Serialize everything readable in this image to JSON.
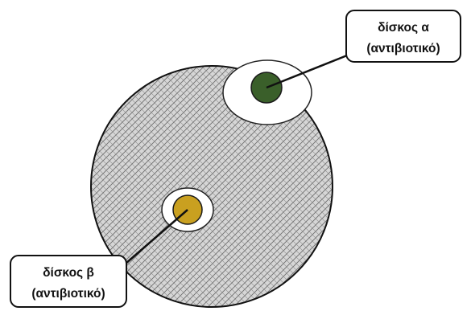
{
  "diagram": {
    "plate": {
      "fill_color": "#d6d6d6",
      "hatch_color": "#6e6e6e",
      "outline_color": "#111111"
    },
    "disks": [
      {
        "id": "alpha",
        "color": "#3a5f2a",
        "label_line1": "δίσκος α",
        "label_line2": "(αντιβιοτικό)"
      },
      {
        "id": "beta",
        "color": "#c9a020",
        "label_line1": "δίσκος β",
        "label_line2": "(αντιβιοτικό)"
      }
    ]
  }
}
